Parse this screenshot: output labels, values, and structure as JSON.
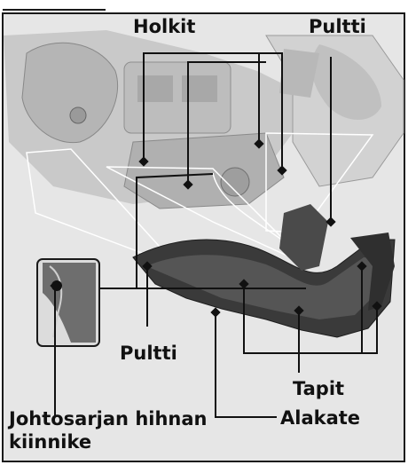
{
  "labels": {
    "holkit": "Holkit",
    "pultti_top": "Pultti",
    "pultti_bottom": "Pultti",
    "tapit": "Tapit",
    "alakate": "Alakate",
    "johtosarja_line1": "Johtosarjan hihnan",
    "johtosarja_line2": "kiinnike"
  },
  "colors": {
    "panel_bg": "#e6e6e6",
    "engine_gray": "#c9c9c9",
    "cover_dark": "#3a3a3a",
    "leader": "#111111"
  }
}
